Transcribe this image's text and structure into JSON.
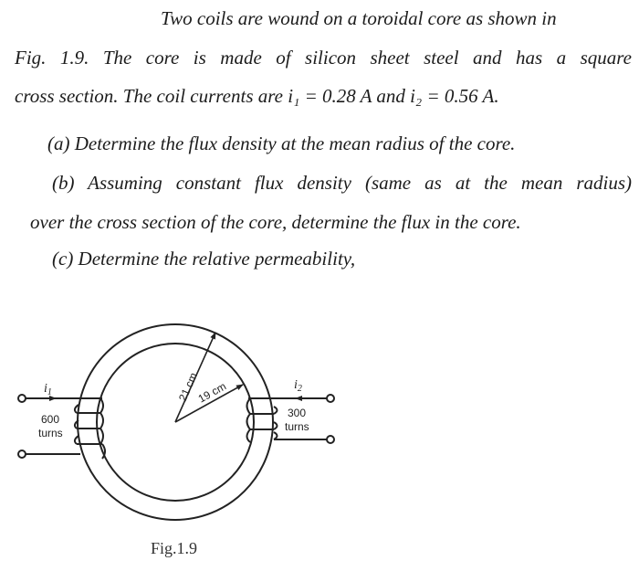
{
  "problem": {
    "intro_lines": [
      "Two coils are wound on a toroidal core as shown in",
      "Fig. 1.9. The core is made of silicon sheet steel and has a square",
      "cross section. The coil currents are i₁ = 0.28 A and i₂ = 0.56 A."
    ],
    "parts": {
      "a": "(a) Determine the flux density at the mean radius of the core.",
      "b_line1": "(b) Assuming constant flux density (same as at the mean radius)",
      "b_line2": "over the cross section of the core, determine the flux in the core.",
      "c": "(c) Determine the relative permeability,"
    }
  },
  "figure": {
    "caption": "Fig.1.9",
    "outer_radius_label": "21 cm",
    "inner_radius_label": "19 cm",
    "coil1": {
      "current": "i",
      "current_sub": "1",
      "turns_value": "600",
      "turns_word": "turns"
    },
    "coil2": {
      "current": "i",
      "current_sub": "2",
      "turns_value": "300",
      "turns_word": "turns"
    },
    "colors": {
      "ink": "#222222",
      "background": "#ffffff"
    }
  }
}
